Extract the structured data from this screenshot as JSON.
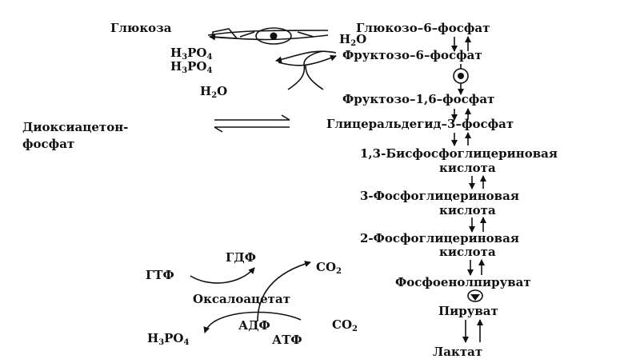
{
  "metabolites": {
    "glucose": "Глюкоза",
    "g6p": "Глюкозо–6–фосфат",
    "f6p": "Фруктозо–6–фосфат",
    "f16bp": "Фруктозо–1,6–фосфат",
    "dhap_line1": "Диоксиацетон-",
    "dhap_line2": "фосфат",
    "gap": "Глицеральдегид–3–фосфат",
    "bpg_line1": "1,3-Бисфосфоглицериновая",
    "bpg_line2": "кислота",
    "pg3_line1": "3-Фосфоглицериновая",
    "pg3_line2": "кислота",
    "pg2_line1": "2-Фосфоглицериновая",
    "pg2_line2": "кислота",
    "pep": "Фосфоенолпируват",
    "pyruvate": "Пируват",
    "lactate": "Лактат",
    "oxaloacetate": "Оксалоацетат"
  },
  "cofactors": {
    "gdp": "ГДФ",
    "gtp": "ГТФ",
    "adp": "АДФ",
    "atp": "АТФ"
  },
  "formulas": {
    "h3po4_a": {
      "p1": "H",
      "s1": "3",
      "p2": "PO",
      "s2": "4"
    },
    "h3po4_b": {
      "p1": "H",
      "s1": "3",
      "p2": "PO",
      "s2": "4"
    },
    "h3po4_c": {
      "p1": "H",
      "s1": "3",
      "p2": "PO",
      "s2": "4"
    },
    "h2o_a": {
      "p1": "H",
      "s1": "2",
      "p2": "O"
    },
    "h2o_b": {
      "p1": "H",
      "s1": "2",
      "p2": "O"
    },
    "co2_a": {
      "p1": "CO",
      "s1": "2"
    },
    "co2_b": {
      "p1": "CO",
      "s1": "2"
    }
  }
}
